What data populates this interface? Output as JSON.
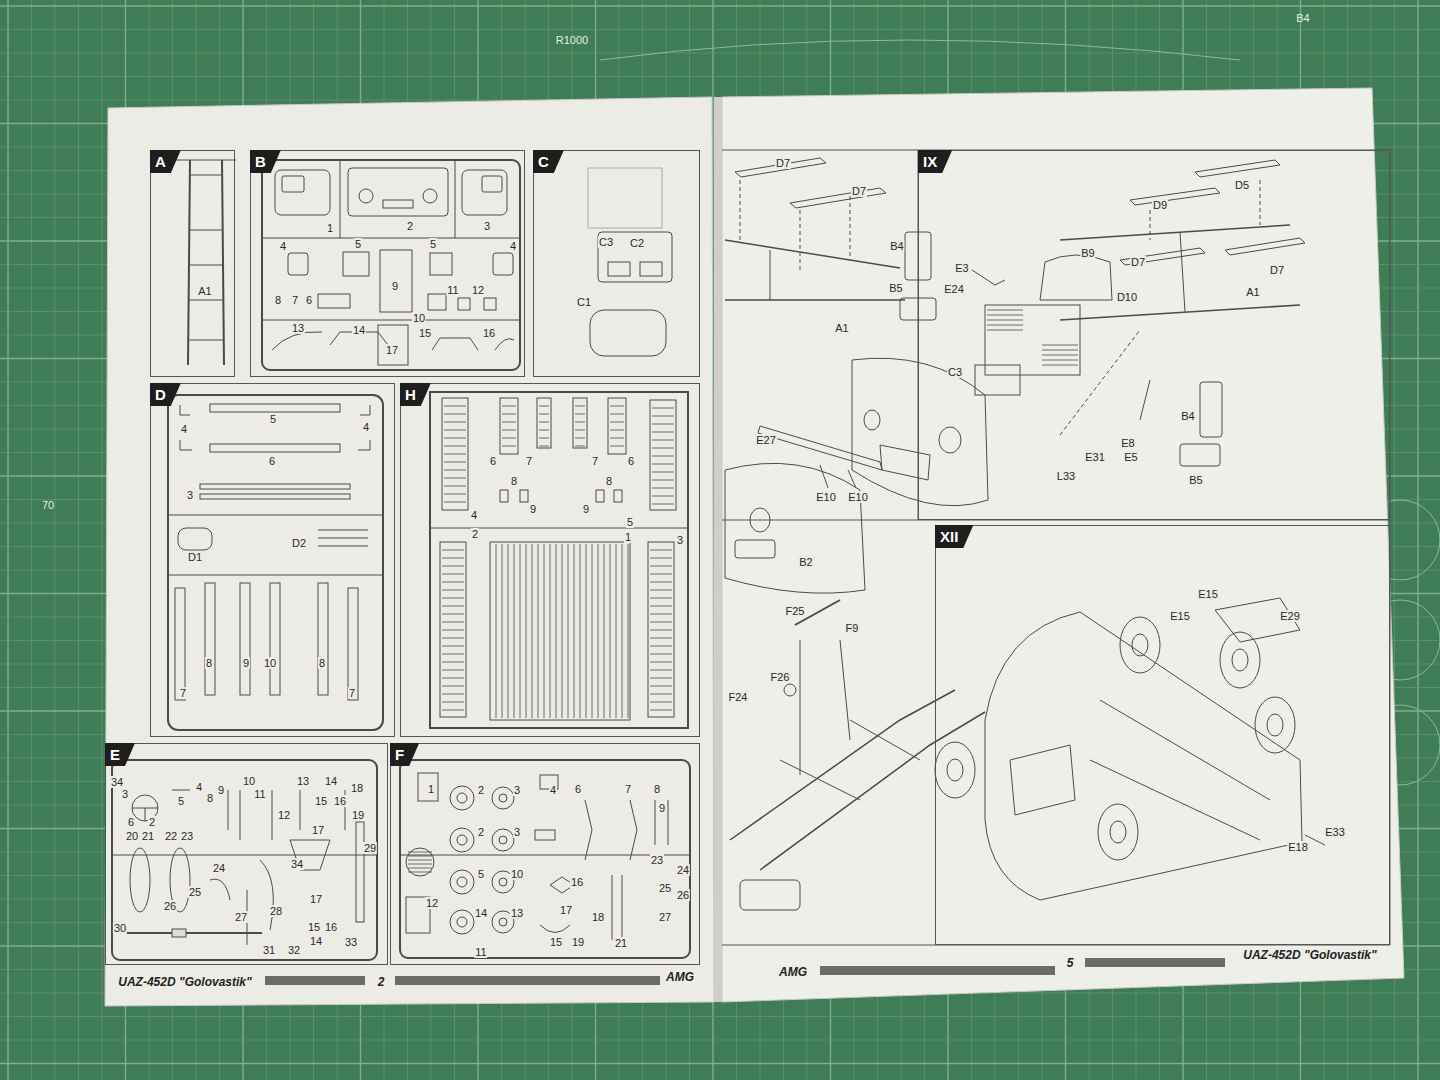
{
  "diagram": {
    "nodes": [
      {
        "text": [
          "A"
        ]
      },
      {
        "text": [
          "B"
        ]
      },
      {
        "text": [
          "C"
        ]
      },
      {
        "text": [
          "D"
        ]
      },
      {
        "text": [
          "H"
        ]
      },
      {
        "text": [
          "E"
        ]
      },
      {
        "text": [
          "F"
        ]
      },
      {
        "text": [
          "IX"
        ]
      },
      {
        "text": [
          "XII"
        ]
      }
    ],
    "labels": [
      "R1000",
      "B4",
      "70",
      "A1",
      "1",
      "2",
      "3",
      "4",
      "5",
      "5",
      "4",
      "9",
      "8",
      "7",
      "6",
      "11",
      "12",
      "10",
      "13",
      "14",
      "15",
      "16",
      "17",
      "C3",
      "C2",
      "C1",
      "5",
      "4",
      "4",
      "6",
      "3",
      "D1",
      "D2",
      "8",
      "9",
      "10",
      "8",
      "7",
      "7",
      "6",
      "7",
      "7",
      "6",
      "8",
      "8",
      "9",
      "9",
      "4",
      "5",
      "2",
      "1",
      "3",
      "34",
      "3",
      "4",
      "5",
      "8",
      "9",
      "10",
      "11",
      "12",
      "13",
      "14",
      "18",
      "15",
      "16",
      "19",
      "6",
      "2",
      "17",
      "20",
      "21",
      "22",
      "23",
      "29",
      "34",
      "24",
      "25",
      "26",
      "27",
      "28",
      "17",
      "15",
      "16",
      "14",
      "33",
      "30",
      "31",
      "32",
      "1",
      "2",
      "3",
      "4",
      "6",
      "7",
      "8",
      "9",
      "2",
      "3",
      "5",
      "10",
      "11",
      "12",
      "13",
      "14",
      "15",
      "16",
      "17",
      "18",
      "19",
      "21",
      "23",
      "24",
      "25",
      "26",
      "27",
      "D7",
      "D7",
      "A1",
      "E27",
      "E10",
      "E10",
      "B2",
      "D5",
      "D9",
      "B4",
      "B9",
      "E3",
      "D7",
      "D7",
      "B5",
      "E24",
      "D10",
      "A1",
      "C3",
      "B4",
      "E8",
      "E31",
      "E5",
      "L33",
      "B5",
      "F25",
      "F9",
      "F26",
      "F24",
      "E15",
      "E15",
      "E29",
      "E33",
      "E18",
      "UAZ-452D \"Golovastik\"",
      "2",
      "AMG",
      "AMG",
      "5",
      "UAZ-452D \"Golovastik\""
    ]
  }
}
